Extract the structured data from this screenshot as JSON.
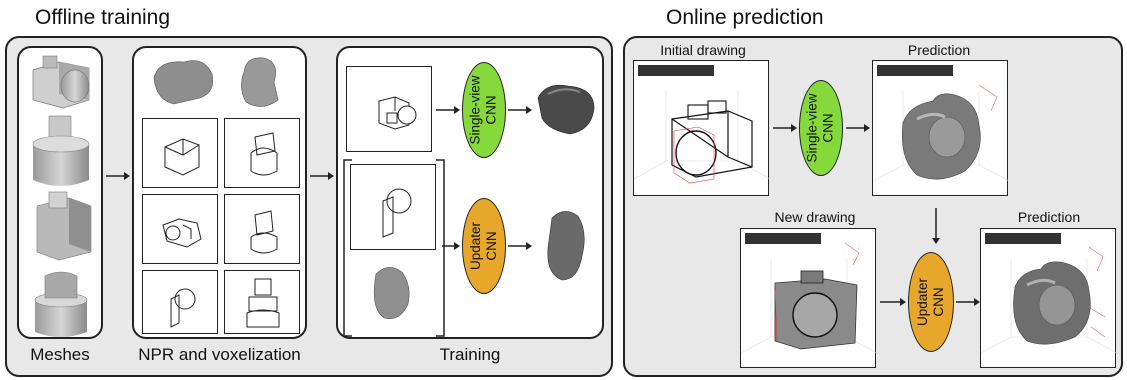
{
  "offline": {
    "title": "Offline training",
    "meshes_label": "Meshes",
    "npr_label": "NPR and voxelization",
    "training_label": "Training",
    "single_view_cnn": [
      "Single-view",
      "CNN"
    ],
    "updater_cnn": [
      "Updater",
      "CNN"
    ]
  },
  "online": {
    "title": "Online prediction",
    "initial_drawing_label": "Initial drawing",
    "prediction_label_1": "Prediction",
    "new_drawing_label": "New drawing",
    "prediction_label_2": "Prediction",
    "single_view_cnn": [
      "Single-view",
      "CNN"
    ],
    "updater_cnn": [
      "Updater",
      "CNN"
    ]
  },
  "colors": {
    "single_view": "#86d93a",
    "updater": "#e7a72a",
    "panel_gray": "#e8e8e8"
  }
}
